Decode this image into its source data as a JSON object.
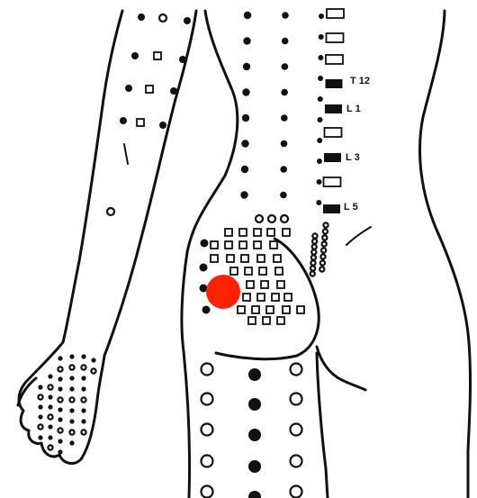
{
  "vertebra_labels": [
    "T 12",
    "L 1",
    "L 3",
    "L 5"
  ],
  "colors": {
    "line": "#111111",
    "background": "#ffffff",
    "highlight": "#ff2200"
  }
}
